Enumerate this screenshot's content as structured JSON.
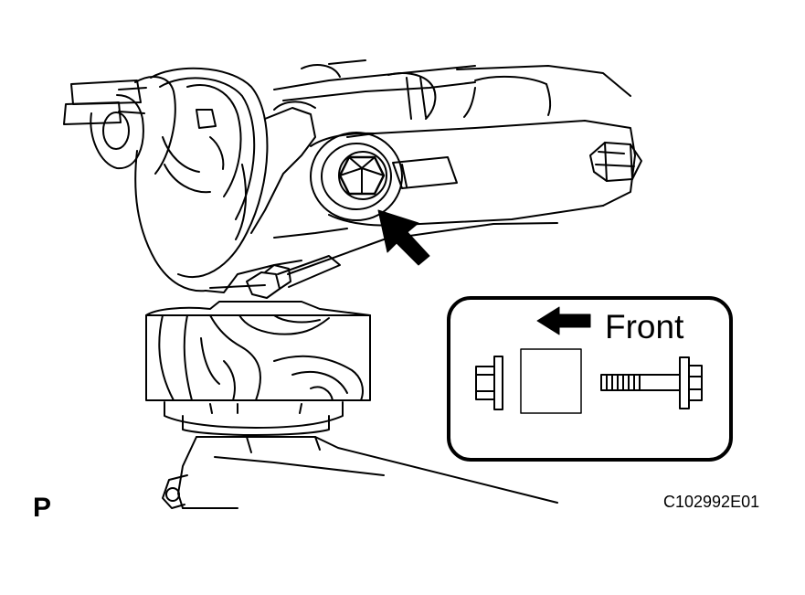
{
  "labels": {
    "front": "Front",
    "drawing_code": "C102992E01",
    "view_letter": "P"
  },
  "colors": {
    "line": "#000000",
    "background": "#ffffff",
    "spacer_fill": "#ffffff"
  },
  "icons": {
    "pointer_arrow": "arrow-icon",
    "front_arrow": "front-arrow-icon",
    "nut": "nut-icon",
    "bolt": "bolt-icon"
  }
}
